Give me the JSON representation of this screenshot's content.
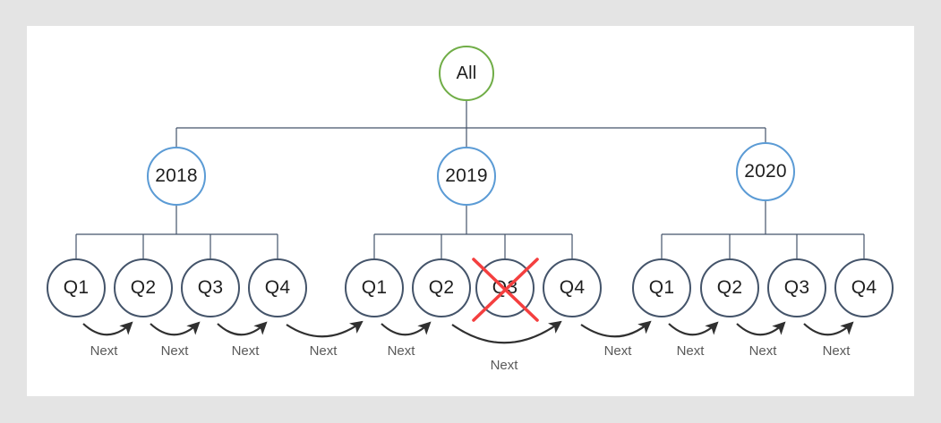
{
  "colors": {
    "bg": "#e4e4e4",
    "card": "#ffffff",
    "green": "#70ad47",
    "blue": "#5b9bd5",
    "slate": "#44546a",
    "arrow": "#303030",
    "red": "#f43f3f",
    "next_label": "#595959",
    "text": "#1f1f1f"
  },
  "tree": {
    "root": {
      "label": "All"
    },
    "years": [
      {
        "label": "2018",
        "quarters": [
          {
            "label": "Q1"
          },
          {
            "label": "Q2"
          },
          {
            "label": "Q3"
          },
          {
            "label": "Q4"
          }
        ]
      },
      {
        "label": "2019",
        "quarters": [
          {
            "label": "Q1"
          },
          {
            "label": "Q2"
          },
          {
            "label": "Q3",
            "excluded": true
          },
          {
            "label": "Q4"
          }
        ]
      },
      {
        "label": "2020",
        "quarters": [
          {
            "label": "Q1"
          },
          {
            "label": "Q2"
          },
          {
            "label": "Q3"
          },
          {
            "label": "Q4"
          }
        ]
      }
    ]
  },
  "transitions": {
    "label": "Next",
    "edges": [
      {
        "from": "2018-Q1",
        "to": "2018-Q2"
      },
      {
        "from": "2018-Q2",
        "to": "2018-Q3"
      },
      {
        "from": "2018-Q3",
        "to": "2018-Q4"
      },
      {
        "from": "2018-Q4",
        "to": "2019-Q1"
      },
      {
        "from": "2019-Q1",
        "to": "2019-Q2"
      },
      {
        "from": "2019-Q2",
        "to": "2019-Q4"
      },
      {
        "from": "2019-Q4",
        "to": "2020-Q1"
      },
      {
        "from": "2020-Q1",
        "to": "2020-Q2"
      },
      {
        "from": "2020-Q2",
        "to": "2020-Q3"
      },
      {
        "from": "2020-Q3",
        "to": "2020-Q4"
      }
    ]
  }
}
